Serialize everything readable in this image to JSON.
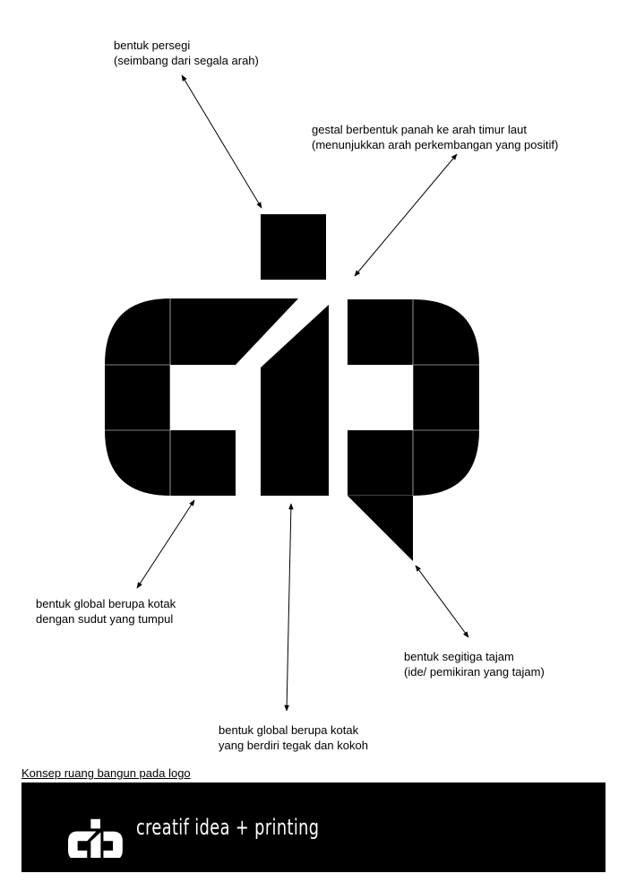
{
  "annotations": {
    "square": {
      "line1": "bentuk persegi",
      "line2": "(seimbang dari segala arah)"
    },
    "arrow_gestalt": {
      "line1": "gestal berbentuk panah ke arah timur laut",
      "line2": "(menunjukkan arah perkembangan yang positif)"
    },
    "rounded_box": {
      "line1": "bentuk global berupa kotak",
      "line2": "dengan sudut yang tumpul"
    },
    "triangle": {
      "line1": "bentuk segitiga tajam",
      "line2": "(ide/ pemikiran yang tajam)"
    },
    "upright_box": {
      "line1": "bentuk global berupa kotak",
      "line2": "yang berdiri tegak dan kokoh"
    }
  },
  "section_title": "Konsep ruang bangun pada logo",
  "banner": {
    "text": "creatif idea + printing",
    "background": "#000000",
    "text_color": "#ffffff"
  }
}
